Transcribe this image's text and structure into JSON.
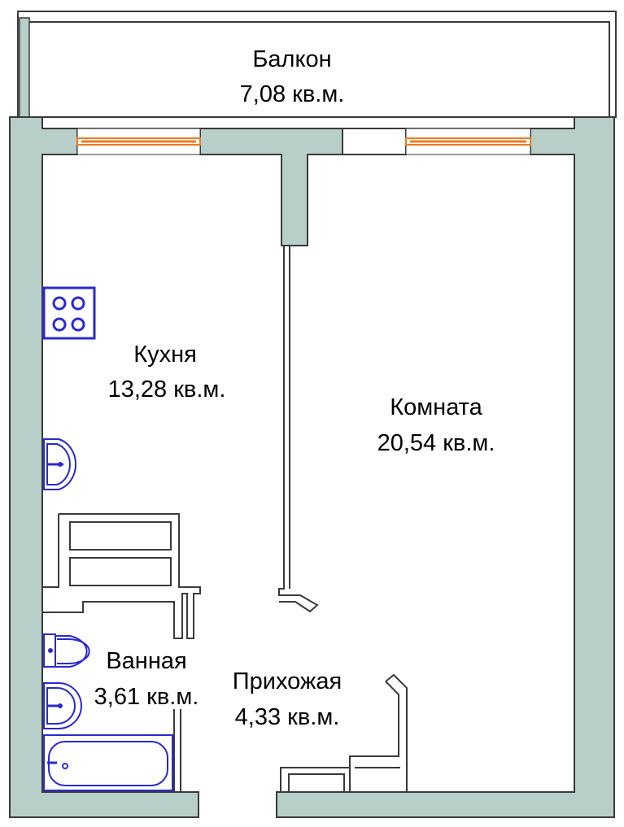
{
  "colors": {
    "wall": "#b7cfc8",
    "outline": "#3a3a3a",
    "window": "#f07a1e",
    "fixture": "#2a2ad0",
    "background": "#ffffff"
  },
  "rooms": {
    "balcony": {
      "name": "Балкон",
      "area": "7,08 кв.м."
    },
    "kitchen": {
      "name": "Кухня",
      "area": "13,28 кв.м."
    },
    "living_room": {
      "name": "Комната",
      "area": "20,54 кв.м."
    },
    "bathroom": {
      "name": "Ванная",
      "area": "3,61 кв.м."
    },
    "hallway": {
      "name": "Прихожая",
      "area": "4,33 кв.м."
    }
  },
  "fixtures": {
    "stove": "stove-icon",
    "kitchen_sink": "sink-icon",
    "toilet": "toilet-icon",
    "bathroom_sink": "sink-icon",
    "bathtub": "bathtub-icon"
  }
}
